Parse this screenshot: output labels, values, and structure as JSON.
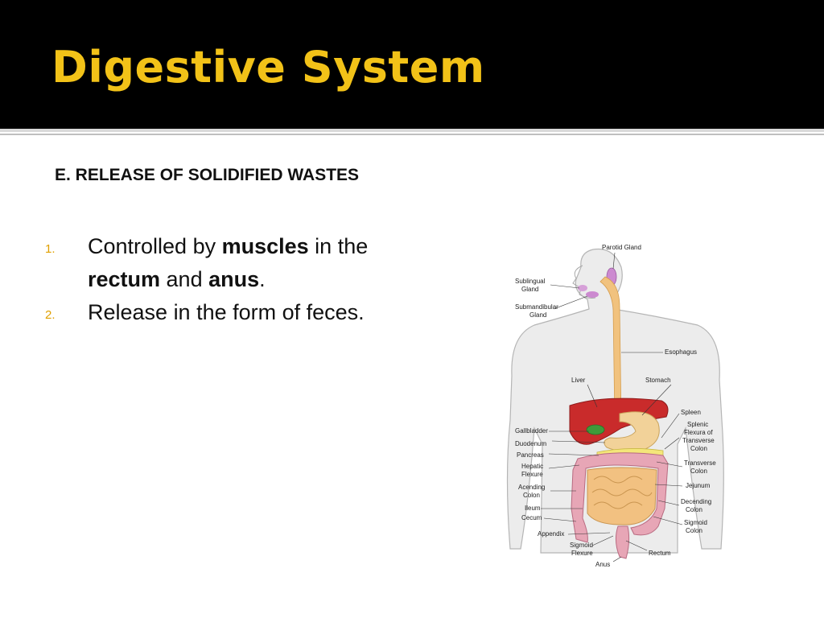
{
  "slide": {
    "title": "Digestive System",
    "subtitle": "E. RELEASE OF SOLIDIFIED WASTES",
    "items": [
      {
        "num": "1.",
        "pre": "Controlled by ",
        "b1": "muscles",
        "mid1": " in the ",
        "b2": "rectum",
        "mid2": " and ",
        "b3": "anus",
        "post": "."
      },
      {
        "num": "2.",
        "text": "Release in the form of feces."
      }
    ]
  },
  "figure": {
    "labels": {
      "parotid": "Parotid Gland",
      "sublingual_1": "Sublingual",
      "sublingual_2": "Gland",
      "submand_1": "Submandibular",
      "submand_2": "Gland",
      "esophagus": "Esophagus",
      "liver": "Liver",
      "stomach": "Stomach",
      "spleen": "Spleen",
      "splenic_1": "Splenic",
      "splenic_2": "Flexura of",
      "splenic_3": "Transverse",
      "splenic_4": "Colon",
      "gallbladder": "Gallbladder",
      "duodenum": "Duodenum",
      "pancreas": "Pancreas",
      "hepatic_1": "Hepatic",
      "hepatic_2": "Flexure",
      "transverse_1": "Transverse",
      "transverse_2": "Colon",
      "acending_1": "Acending",
      "acending_2": "Colon",
      "jejunum": "Jejunum",
      "ileum": "Ileum",
      "cecum": "Cecum",
      "decending_1": "Decending",
      "decending_2": "Colon",
      "appendix": "Appendix",
      "sigmoid_colon_1": "Sigmoid",
      "sigmoid_colon_2": "Colon",
      "sigmoid_flex_1": "Sigmoid",
      "sigmoid_flex_2": "Flexure",
      "rectum": "Rectum",
      "anus": "Anus"
    }
  },
  "colors": {
    "title": "#f2c218",
    "header_bg": "#000000",
    "bullet_number": "#e0a000"
  }
}
